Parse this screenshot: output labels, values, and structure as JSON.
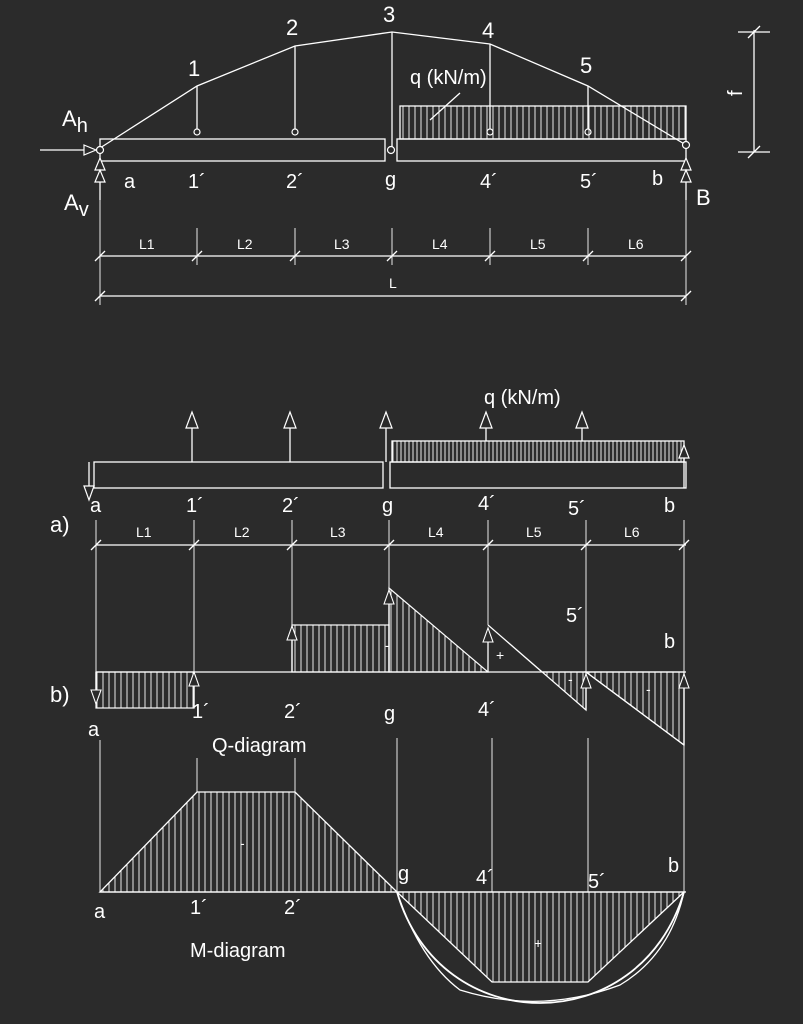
{
  "labels": {
    "load": "q (kN/m)",
    "load2": "q (kN/m)",
    "rise": "f",
    "support_B": "B",
    "span_total": "L",
    "q_title": "Q-diagram",
    "m_title": "M-diagram",
    "case_a": "a)",
    "case_b": "b)",
    "sign_minus": "-",
    "sign_plus": "+"
  },
  "reactions": {
    "h_main": "A",
    "h_sub": "h",
    "v_main": "A",
    "v_sub": "v"
  },
  "arch_points": [
    "1",
    "2",
    "3",
    "4",
    "5"
  ],
  "beam_points": [
    "a",
    "1´",
    "2´",
    "g",
    "4´",
    "5´",
    "b"
  ],
  "span_segments": [
    "L1",
    "L2",
    "L3",
    "L4",
    "L5",
    "L6"
  ],
  "colors": {
    "background": "#2b2b2b",
    "lines": "#ffffff"
  }
}
